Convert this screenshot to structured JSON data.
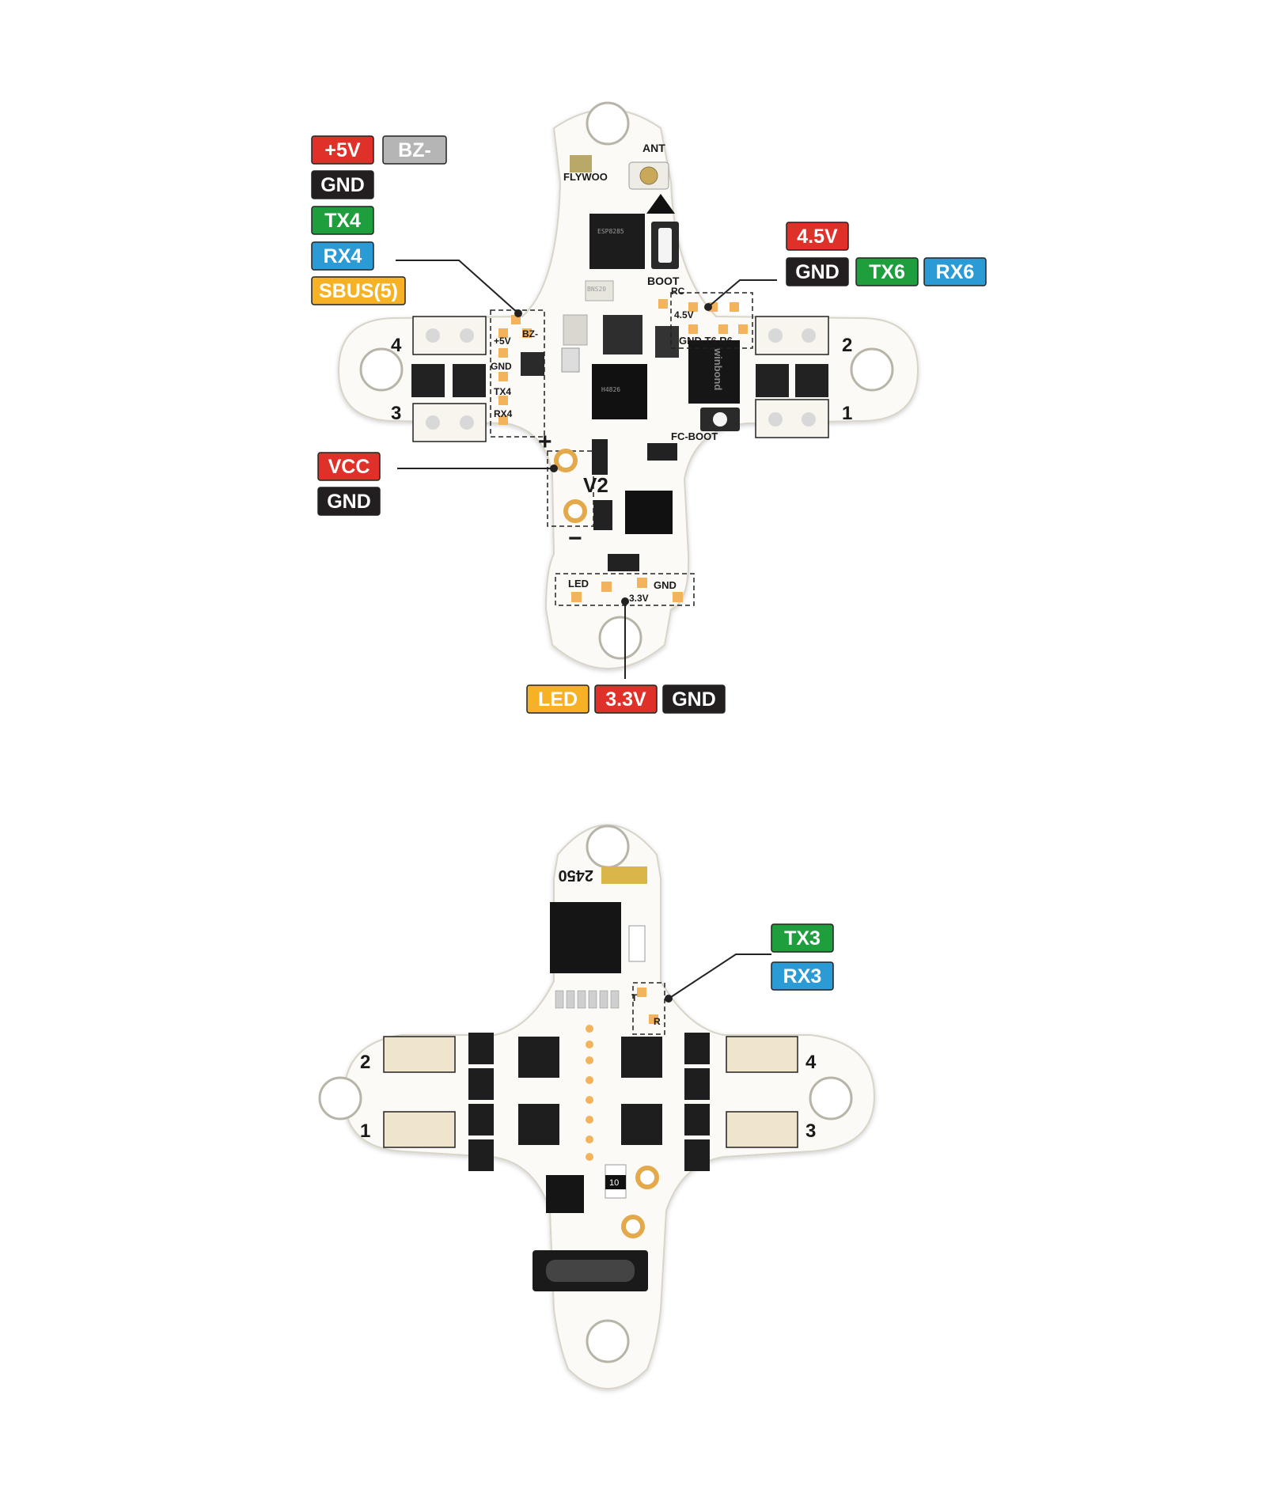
{
  "colors": {
    "red": "#e0302a",
    "black": "#231f20",
    "green": "#1f9e3e",
    "blue": "#2b9bd6",
    "orange": "#f6b125",
    "grey": "#b5b5b5",
    "pad": "#f2b35c",
    "board": "#fbfaf6",
    "board_edge": "#d8d4c8"
  },
  "front": {
    "labels_left": {
      "plus5v": "+5V",
      "bz_minus": "BZ-",
      "gnd": "GND",
      "tx4": "TX4",
      "rx4": "RX4",
      "sbus": "SBUS(5)"
    },
    "labels_right": {
      "v45": "4.5V",
      "gnd": "GND",
      "tx6": "TX6",
      "rx6": "RX6"
    },
    "labels_power": {
      "vcc": "VCC",
      "gnd": "GND"
    },
    "labels_bottom": {
      "led": "LED",
      "v33": "3.3V",
      "gnd": "GND"
    },
    "silkscreen": {
      "ant": "ANT",
      "flywoo": "FLYWOO",
      "boot": "BOOT",
      "fc_boot": "FC-BOOT",
      "rc": "RC",
      "v45": "4.5V",
      "gnd_t6_r6": "GND T6  R6",
      "plus5v": "+5V",
      "bz": "BZ-",
      "gnd": "GND",
      "tx4": "TX4",
      "rx4": "RX4",
      "v2": "V2",
      "plus": "+",
      "minus": "−",
      "led": "LED",
      "gnd_bottom": "GND",
      "v33": "3.3V",
      "motor4": "4",
      "motor3": "3",
      "motor2": "2",
      "motor1": "1",
      "bns": "BNS20",
      "winbond": "winbond"
    }
  },
  "back": {
    "labels": {
      "tx3": "TX3",
      "rx3": "RX3"
    },
    "silkscreen": {
      "code": "2450",
      "t": "T",
      "r": "R",
      "motor2": "2",
      "motor1": "1",
      "motor4": "4",
      "motor3": "3",
      "res": "10"
    }
  }
}
